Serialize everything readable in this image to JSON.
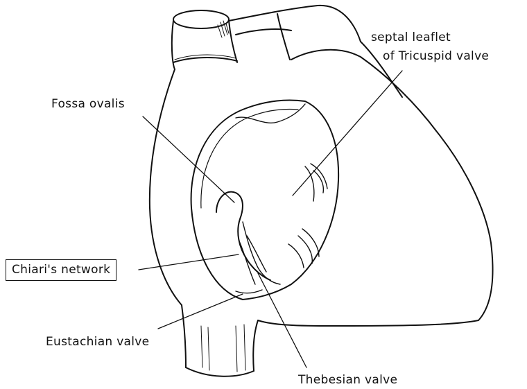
{
  "labels": {
    "septal_leaflet_line1": "septal leaflet",
    "septal_leaflet_line2": "of Tricuspid valve",
    "fossa_ovalis": "Fossa ovalis",
    "chiari_network": "Chiari's network",
    "eustachian_valve": "Eustachian valve",
    "thebesian_valve": "Thebesian valve"
  },
  "colors": {
    "ink": "#111111",
    "background": "#ffffff"
  }
}
